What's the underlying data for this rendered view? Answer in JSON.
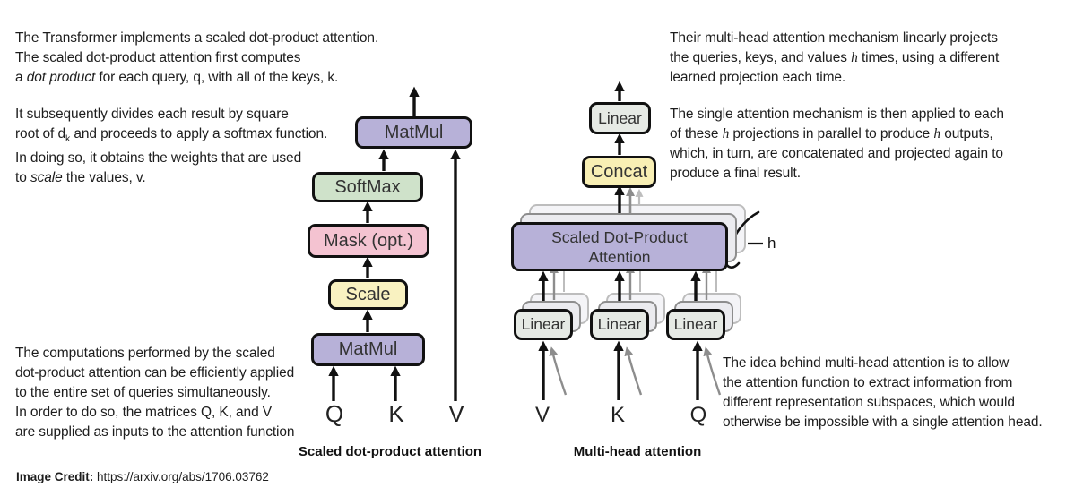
{
  "colors": {
    "purple": "#b7b1d8",
    "green": "#cfe2ca",
    "pink": "#f4c3d1",
    "yellow": "#f9f2c1",
    "yellow2": "#f8efb4",
    "gray_box": "#e6eae5"
  },
  "text_blocks": {
    "intro": [
      {
        "t": "The Transformer implements a scaled dot-product attention.\nThe scaled dot-product attention first computes\na "
      },
      {
        "t": "dot product",
        "i": true
      },
      {
        "t": " for each query, q, with all of the keys, k."
      }
    ],
    "softmax_note": [
      {
        "t": "It subsequently divides each result by square\nroot of d"
      },
      {
        "t": "k",
        "sub": true
      },
      {
        "t": " and proceeds to apply a softmax function.\nIn doing so, it obtains the weights that are used\nto "
      },
      {
        "t": "scale",
        "i": true
      },
      {
        "t": " the values, v."
      }
    ],
    "computations": [
      {
        "t": "The computations performed by the scaled\ndot-product attention can be efficiently applied\nto the entire set of queries simultaneously.\nIn order to do so, the matrices Q, K, and V\nare supplied as inputs to the attention function"
      }
    ],
    "multihead_intro": [
      {
        "t": "Their multi-head attention mechanism linearly projects\nthe queries, keys, and values "
      },
      {
        "t": "h",
        "m": true
      },
      {
        "t": " times, using a different\nlearned projection each time."
      }
    ],
    "single_attention": [
      {
        "t": "The single attention mechanism is then applied to each\nof these "
      },
      {
        "t": "h",
        "m": true
      },
      {
        "t": " projections in parallel to produce "
      },
      {
        "t": "h",
        "m": true
      },
      {
        "t": " outputs,\nwhich, in turn, are concatenated and projected again to\nproduce a final result."
      }
    ],
    "idea": [
      {
        "t": "The idea behind multi-head attention is to allow\nthe attention function to extract information from\ndifferent representation subspaces, which would\notherwise be impossible with a single attention head."
      }
    ],
    "credit": [
      {
        "t": "Image Credit:",
        "b": true
      },
      {
        "t": " https://arxiv.org/abs/1706.03762"
      }
    ]
  },
  "captions": {
    "left": "Scaled dot-product attention",
    "right": "Multi-head attention"
  },
  "sdpa": {
    "matmul_top": "MatMul",
    "softmax": "SoftMax",
    "mask": "Mask (opt.)",
    "scale": "Scale",
    "matmul_bottom": "MatMul",
    "q": "Q",
    "k": "K",
    "v": "V"
  },
  "mha": {
    "linear_top": "Linear",
    "concat": "Concat",
    "attention_line1": "Scaled Dot-Product",
    "attention_line2": "Attention",
    "linear_v": "Linear",
    "linear_k": "Linear",
    "linear_q": "Linear",
    "v": "V",
    "k": "K",
    "q": "Q",
    "h": "h"
  }
}
